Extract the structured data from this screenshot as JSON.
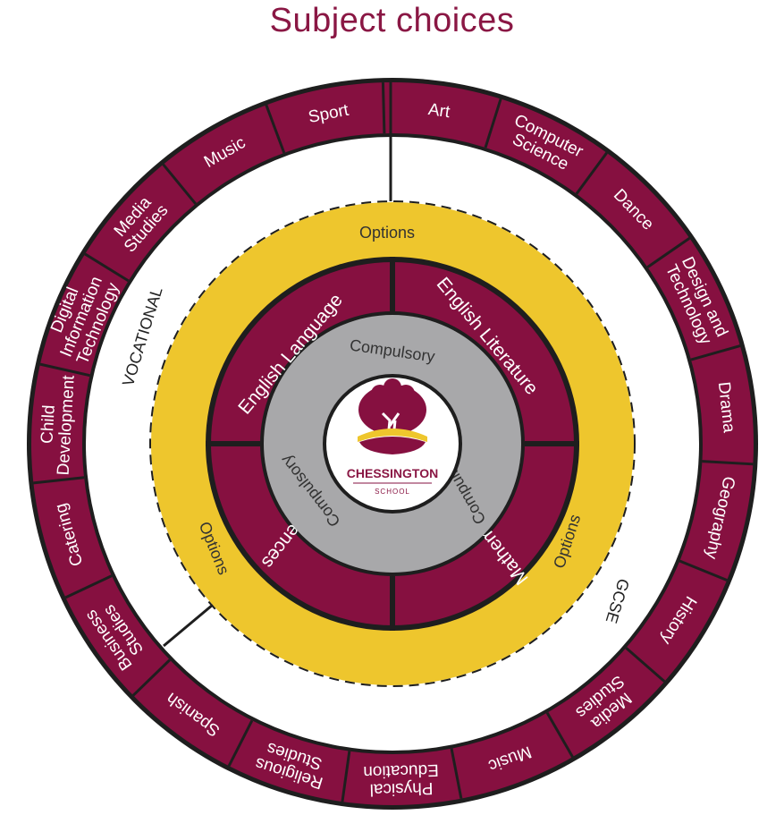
{
  "title": "Subject choices",
  "colors": {
    "maroon": "#861040",
    "gold": "#eec62d",
    "grey": "#a8a8aa",
    "dark": "#1e1e1e",
    "title": "#8a1744"
  },
  "outer_ring": {
    "segments": [
      {
        "lines": [
          "Sport"
        ]
      },
      {
        "lines": [
          "Art"
        ]
      },
      {
        "lines": [
          "Computer",
          "Science"
        ]
      },
      {
        "lines": [
          "Dance"
        ]
      },
      {
        "lines": [
          "Design and",
          "Technology"
        ]
      },
      {
        "lines": [
          "Drama"
        ]
      },
      {
        "lines": [
          "Geography"
        ]
      },
      {
        "lines": [
          "History"
        ]
      },
      {
        "lines": [
          "Media",
          "Studies"
        ]
      },
      {
        "lines": [
          "Music"
        ]
      },
      {
        "lines": [
          "Physical",
          "Education"
        ]
      },
      {
        "lines": [
          "Religious",
          "Studies"
        ]
      },
      {
        "lines": [
          "Spanish"
        ]
      },
      {
        "lines": [
          "Business",
          "Studies"
        ]
      },
      {
        "lines": [
          "Catering"
        ]
      },
      {
        "lines": [
          "Child",
          "Development"
        ]
      },
      {
        "lines": [
          "Digital",
          "Information",
          "Technology"
        ]
      },
      {
        "lines": [
          "Media",
          "Studies"
        ]
      },
      {
        "lines": [
          "Music"
        ]
      }
    ]
  },
  "ring_labels": {
    "vocational": "VOCATIONAL",
    "gcse": "GCSE"
  },
  "options_ring": {
    "top_label": "Options",
    "left_label": "Options",
    "right_label": "Options"
  },
  "core_ring": {
    "segments": [
      {
        "label": "English Language"
      },
      {
        "label": "English Literature"
      },
      {
        "label": "Mathematics"
      },
      {
        "label": "Sciences"
      }
    ]
  },
  "compulsory_ring": {
    "top_label": "Compulsory",
    "left_label": "Compulsory",
    "right_label": "Compulsory"
  },
  "logo": {
    "name": "CHESSINGTON",
    "sub": "SCHOOL"
  }
}
